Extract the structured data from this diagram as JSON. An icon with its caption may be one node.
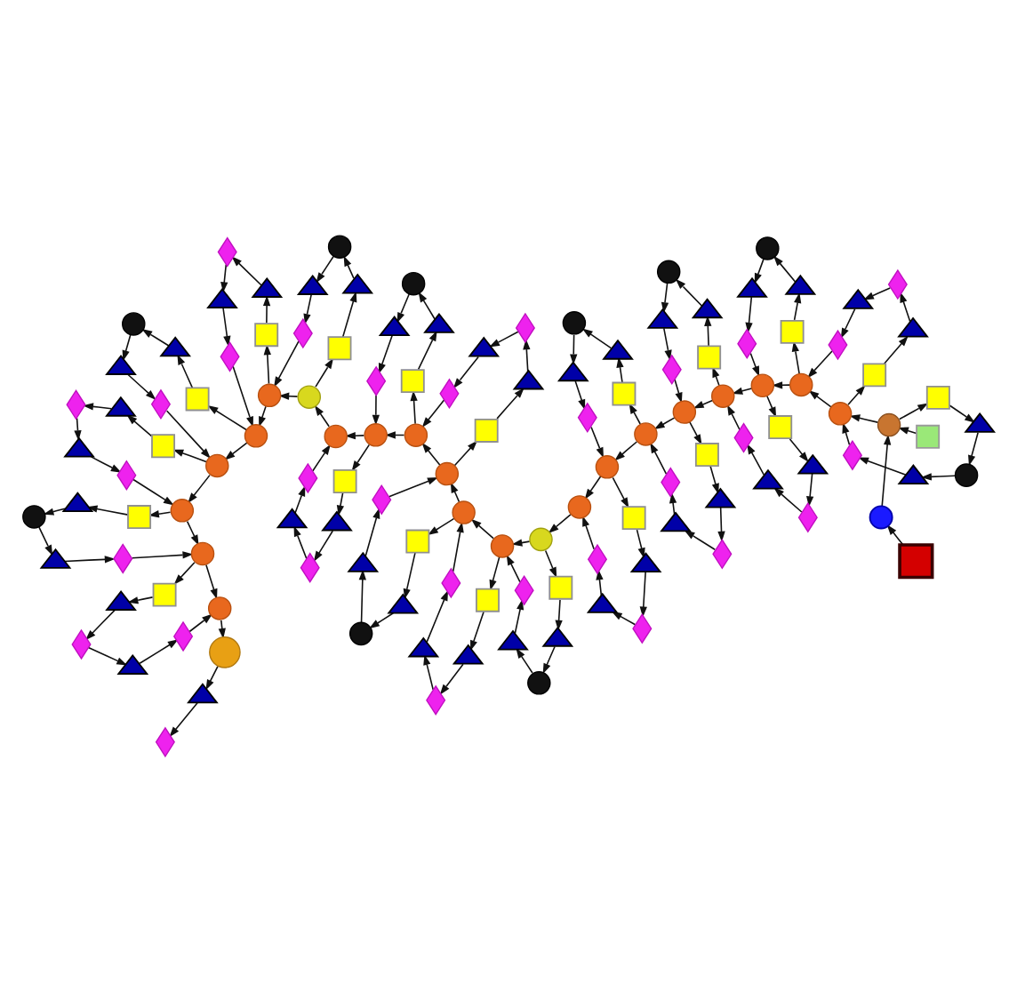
{
  "diagram": {
    "nodes": [
      {
        "text": [],
        "shape": "box"
      },
      {
        "text": [],
        "shape": "circle"
      },
      {
        "text": [],
        "shape": "box"
      },
      {
        "text": [],
        "shape": "circle"
      },
      {
        "text": [],
        "shape": "circle"
      },
      {
        "text": [],
        "shape": "circle"
      },
      {
        "text": [],
        "shape": "circle"
      },
      {
        "text": [],
        "shape": "circle"
      },
      {
        "text": [],
        "shape": "circle"
      },
      {
        "text": [],
        "shape": "circle"
      },
      {
        "text": [],
        "shape": "circle"
      },
      {
        "text": [],
        "shape": "circle"
      },
      {
        "text": [],
        "shape": "circle"
      },
      {
        "text": [],
        "shape": "circle"
      },
      {
        "text": [],
        "shape": "circle"
      },
      {
        "text": [],
        "shape": "circle"
      },
      {
        "text": [],
        "shape": "circle"
      },
      {
        "text": [],
        "shape": "circle"
      },
      {
        "text": [],
        "shape": "circle"
      },
      {
        "text": [],
        "shape": "circle"
      },
      {
        "text": [],
        "shape": "circle"
      },
      {
        "text": [],
        "shape": "circle"
      },
      {
        "text": [],
        "shape": "circle"
      },
      {
        "text": [],
        "shape": "circle"
      },
      {
        "text": [],
        "shape": "circle"
      },
      {
        "text": [],
        "shape": "circle"
      },
      {
        "text": [],
        "shape": "circle"
      },
      {
        "text": [],
        "shape": "triangle"
      },
      {
        "text": [],
        "shape": "diamond"
      },
      {
        "text": [],
        "shape": "box"
      },
      {
        "text": [],
        "shape": "triangle"
      },
      {
        "text": [],
        "shape": "circle"
      },
      {
        "text": [],
        "shape": "triangle"
      },
      {
        "text": [],
        "shape": "diamond"
      },
      {
        "text": [],
        "shape": "box"
      },
      {
        "text": [],
        "shape": "triangle"
      },
      {
        "text": [],
        "shape": "diamond"
      },
      {
        "text": [],
        "shape": "triangle"
      },
      {
        "text": [],
        "shape": "diamond"
      },
      {
        "text": [],
        "shape": "box"
      },
      {
        "text": [],
        "shape": "triangle"
      },
      {
        "text": [],
        "shape": "circle"
      },
      {
        "text": [],
        "shape": "triangle"
      },
      {
        "text": [],
        "shape": "diamond"
      },
      {
        "text": [],
        "shape": "box"
      },
      {
        "text": [],
        "shape": "triangle"
      },
      {
        "text": [],
        "shape": "diamond"
      },
      {
        "text": [],
        "shape": "triangle"
      },
      {
        "text": [],
        "shape": "diamond"
      },
      {
        "text": [],
        "shape": "box"
      },
      {
        "text": [],
        "shape": "triangle"
      },
      {
        "text": [],
        "shape": "circle"
      },
      {
        "text": [],
        "shape": "triangle"
      },
      {
        "text": [],
        "shape": "diamond"
      },
      {
        "text": [],
        "shape": "box"
      },
      {
        "text": [],
        "shape": "triangle"
      },
      {
        "text": [],
        "shape": "diamond"
      },
      {
        "text": [],
        "shape": "triangle"
      },
      {
        "text": [],
        "shape": "diamond"
      },
      {
        "text": [],
        "shape": "box"
      },
      {
        "text": [],
        "shape": "triangle"
      },
      {
        "text": [],
        "shape": "circle"
      },
      {
        "text": [],
        "shape": "triangle"
      },
      {
        "text": [],
        "shape": "diamond"
      },
      {
        "text": [],
        "shape": "box"
      },
      {
        "text": [],
        "shape": "triangle"
      },
      {
        "text": [],
        "shape": "diamond"
      },
      {
        "text": [],
        "shape": "triangle"
      },
      {
        "text": [],
        "shape": "diamond"
      },
      {
        "text": [],
        "shape": "box"
      },
      {
        "text": [],
        "shape": "triangle"
      },
      {
        "text": [],
        "shape": "circle"
      },
      {
        "text": [],
        "shape": "triangle"
      },
      {
        "text": [],
        "shape": "diamond"
      },
      {
        "text": [],
        "shape": "box"
      },
      {
        "text": [],
        "shape": "triangle"
      },
      {
        "text": [],
        "shape": "diamond"
      },
      {
        "text": [],
        "shape": "triangle"
      },
      {
        "text": [],
        "shape": "diamond"
      },
      {
        "text": [],
        "shape": "box"
      },
      {
        "text": [],
        "shape": "triangle"
      },
      {
        "text": [],
        "shape": "circle"
      },
      {
        "text": [],
        "shape": "triangle"
      },
      {
        "text": [],
        "shape": "diamond"
      },
      {
        "text": [],
        "shape": "box"
      },
      {
        "text": [],
        "shape": "triangle"
      },
      {
        "text": [],
        "shape": "diamond"
      },
      {
        "text": [],
        "shape": "triangle"
      },
      {
        "text": [],
        "shape": "diamond"
      },
      {
        "text": [],
        "shape": "box"
      },
      {
        "text": [],
        "shape": "triangle"
      },
      {
        "text": [],
        "shape": "circle"
      },
      {
        "text": [],
        "shape": "triangle"
      },
      {
        "text": [],
        "shape": "diamond"
      },
      {
        "text": [],
        "shape": "box"
      },
      {
        "text": [],
        "shape": "triangle"
      },
      {
        "text": [],
        "shape": "diamond"
      },
      {
        "text": [],
        "shape": "triangle"
      },
      {
        "text": [],
        "shape": "diamond"
      },
      {
        "text": [],
        "shape": "box"
      },
      {
        "text": [],
        "shape": "triangle"
      },
      {
        "text": [],
        "shape": "circle"
      },
      {
        "text": [],
        "shape": "triangle"
      },
      {
        "text": [],
        "shape": "diamond"
      },
      {
        "text": [],
        "shape": "box"
      },
      {
        "text": [],
        "shape": "triangle"
      },
      {
        "text": [],
        "shape": "diamond"
      },
      {
        "text": [],
        "shape": "triangle"
      },
      {
        "text": [],
        "shape": "diamond"
      },
      {
        "text": [],
        "shape": "box"
      },
      {
        "text": [],
        "shape": "triangle"
      },
      {
        "text": [],
        "shape": "circle"
      },
      {
        "text": [],
        "shape": "triangle"
      },
      {
        "text": [],
        "shape": "diamond"
      },
      {
        "text": [],
        "shape": "box"
      },
      {
        "text": [],
        "shape": "triangle"
      },
      {
        "text": [],
        "shape": "diamond"
      },
      {
        "text": [],
        "shape": "triangle"
      },
      {
        "text": [],
        "shape": "diamond"
      },
      {
        "text": [],
        "shape": "box"
      },
      {
        "text": [],
        "shape": "triangle"
      },
      {
        "text": [],
        "shape": "circle"
      },
      {
        "text": [],
        "shape": "triangle"
      },
      {
        "text": [],
        "shape": "diamond"
      },
      {
        "text": [],
        "shape": "box"
      },
      {
        "text": [],
        "shape": "triangle"
      },
      {
        "text": [],
        "shape": "diamond"
      },
      {
        "text": [],
        "shape": "triangle"
      },
      {
        "text": [],
        "shape": "diamond"
      }
    ],
    "edges": [
      {
        "from": 0,
        "to": 1,
        "arrow": "to"
      },
      {
        "from": 1,
        "to": 3,
        "arrow": "to"
      },
      {
        "from": 2,
        "to": 3,
        "arrow": "to"
      },
      {
        "from": 3,
        "to": 4,
        "arrow": "to"
      },
      {
        "from": 4,
        "to": 5,
        "arrow": "to"
      },
      {
        "from": 5,
        "to": 6,
        "arrow": "to"
      },
      {
        "from": 6,
        "to": 7,
        "arrow": "to"
      },
      {
        "from": 7,
        "to": 8,
        "arrow": "to"
      },
      {
        "from": 8,
        "to": 9,
        "arrow": "to"
      },
      {
        "from": 9,
        "to": 10,
        "arrow": "to"
      },
      {
        "from": 10,
        "to": 11,
        "arrow": "to"
      },
      {
        "from": 11,
        "to": 12,
        "arrow": "to"
      },
      {
        "from": 12,
        "to": 13,
        "arrow": "to"
      },
      {
        "from": 13,
        "to": 14,
        "arrow": "to"
      },
      {
        "from": 14,
        "to": 15,
        "arrow": "to"
      },
      {
        "from": 15,
        "to": 16,
        "arrow": "to"
      },
      {
        "from": 16,
        "to": 17,
        "arrow": "to"
      },
      {
        "from": 17,
        "to": 18,
        "arrow": "to"
      },
      {
        "from": 18,
        "to": 19,
        "arrow": "to"
      },
      {
        "from": 19,
        "to": 20,
        "arrow": "to"
      },
      {
        "from": 20,
        "to": 21,
        "arrow": "to"
      },
      {
        "from": 21,
        "to": 22,
        "arrow": "to"
      },
      {
        "from": 22,
        "to": 23,
        "arrow": "to"
      },
      {
        "from": 23,
        "to": 24,
        "arrow": "to"
      },
      {
        "from": 24,
        "to": 25,
        "arrow": "to"
      },
      {
        "from": 25,
        "to": 26,
        "arrow": "to"
      },
      {
        "from": 26,
        "to": 27,
        "arrow": "to"
      },
      {
        "from": 27,
        "to": 28,
        "arrow": "to"
      },
      {
        "from": 3,
        "to": 29,
        "arrow": "to"
      },
      {
        "from": 29,
        "to": 30,
        "arrow": "to"
      },
      {
        "from": 30,
        "to": 31,
        "arrow": "to"
      },
      {
        "from": 31,
        "to": 32,
        "arrow": "to"
      },
      {
        "from": 32,
        "to": 33,
        "arrow": "to"
      },
      {
        "from": 33,
        "to": 4,
        "arrow": "to"
      },
      {
        "from": 4,
        "to": 34,
        "arrow": "to"
      },
      {
        "from": 34,
        "to": 35,
        "arrow": "to"
      },
      {
        "from": 35,
        "to": 36,
        "arrow": "to"
      },
      {
        "from": 36,
        "to": 37,
        "arrow": "to"
      },
      {
        "from": 37,
        "to": 38,
        "arrow": "to"
      },
      {
        "from": 38,
        "to": 5,
        "arrow": "to"
      },
      {
        "from": 5,
        "to": 39,
        "arrow": "to"
      },
      {
        "from": 39,
        "to": 40,
        "arrow": "to"
      },
      {
        "from": 40,
        "to": 41,
        "arrow": "to"
      },
      {
        "from": 41,
        "to": 42,
        "arrow": "to"
      },
      {
        "from": 42,
        "to": 43,
        "arrow": "to"
      },
      {
        "from": 43,
        "to": 6,
        "arrow": "to"
      },
      {
        "from": 6,
        "to": 44,
        "arrow": "to"
      },
      {
        "from": 44,
        "to": 45,
        "arrow": "to"
      },
      {
        "from": 45,
        "to": 46,
        "arrow": "to"
      },
      {
        "from": 46,
        "to": 47,
        "arrow": "to"
      },
      {
        "from": 47,
        "to": 48,
        "arrow": "to"
      },
      {
        "from": 48,
        "to": 7,
        "arrow": "to"
      },
      {
        "from": 7,
        "to": 49,
        "arrow": "to"
      },
      {
        "from": 49,
        "to": 50,
        "arrow": "to"
      },
      {
        "from": 50,
        "to": 51,
        "arrow": "to"
      },
      {
        "from": 51,
        "to": 52,
        "arrow": "to"
      },
      {
        "from": 52,
        "to": 53,
        "arrow": "to"
      },
      {
        "from": 53,
        "to": 8,
        "arrow": "to"
      },
      {
        "from": 8,
        "to": 54,
        "arrow": "to"
      },
      {
        "from": 54,
        "to": 55,
        "arrow": "to"
      },
      {
        "from": 55,
        "to": 56,
        "arrow": "to"
      },
      {
        "from": 56,
        "to": 57,
        "arrow": "to"
      },
      {
        "from": 57,
        "to": 58,
        "arrow": "to"
      },
      {
        "from": 58,
        "to": 9,
        "arrow": "to"
      },
      {
        "from": 9,
        "to": 59,
        "arrow": "to"
      },
      {
        "from": 59,
        "to": 60,
        "arrow": "to"
      },
      {
        "from": 60,
        "to": 61,
        "arrow": "to"
      },
      {
        "from": 61,
        "to": 62,
        "arrow": "to"
      },
      {
        "from": 62,
        "to": 63,
        "arrow": "to"
      },
      {
        "from": 63,
        "to": 10,
        "arrow": "to"
      },
      {
        "from": 10,
        "to": 64,
        "arrow": "to"
      },
      {
        "from": 64,
        "to": 65,
        "arrow": "to"
      },
      {
        "from": 65,
        "to": 66,
        "arrow": "to"
      },
      {
        "from": 66,
        "to": 67,
        "arrow": "to"
      },
      {
        "from": 67,
        "to": 68,
        "arrow": "to"
      },
      {
        "from": 68,
        "to": 11,
        "arrow": "to"
      },
      {
        "from": 12,
        "to": 69,
        "arrow": "to"
      },
      {
        "from": 69,
        "to": 70,
        "arrow": "to"
      },
      {
        "from": 70,
        "to": 71,
        "arrow": "to"
      },
      {
        "from": 71,
        "to": 72,
        "arrow": "to"
      },
      {
        "from": 72,
        "to": 73,
        "arrow": "to"
      },
      {
        "from": 73,
        "to": 13,
        "arrow": "to"
      },
      {
        "from": 13,
        "to": 74,
        "arrow": "to"
      },
      {
        "from": 74,
        "to": 75,
        "arrow": "to"
      },
      {
        "from": 75,
        "to": 76,
        "arrow": "to"
      },
      {
        "from": 76,
        "to": 77,
        "arrow": "to"
      },
      {
        "from": 77,
        "to": 78,
        "arrow": "to"
      },
      {
        "from": 78,
        "to": 14,
        "arrow": "to"
      },
      {
        "from": 14,
        "to": 79,
        "arrow": "to"
      },
      {
        "from": 79,
        "to": 80,
        "arrow": "to"
      },
      {
        "from": 80,
        "to": 81,
        "arrow": "to"
      },
      {
        "from": 81,
        "to": 82,
        "arrow": "to"
      },
      {
        "from": 82,
        "to": 83,
        "arrow": "to"
      },
      {
        "from": 83,
        "to": 15,
        "arrow": "to"
      },
      {
        "from": 15,
        "to": 84,
        "arrow": "to"
      },
      {
        "from": 84,
        "to": 85,
        "arrow": "to"
      },
      {
        "from": 85,
        "to": 86,
        "arrow": "to"
      },
      {
        "from": 86,
        "to": 87,
        "arrow": "to"
      },
      {
        "from": 87,
        "to": 88,
        "arrow": "to"
      },
      {
        "from": 88,
        "to": 16,
        "arrow": "to"
      },
      {
        "from": 16,
        "to": 89,
        "arrow": "to"
      },
      {
        "from": 89,
        "to": 90,
        "arrow": "to"
      },
      {
        "from": 90,
        "to": 91,
        "arrow": "to"
      },
      {
        "from": 91,
        "to": 92,
        "arrow": "to"
      },
      {
        "from": 92,
        "to": 93,
        "arrow": "to"
      },
      {
        "from": 93,
        "to": 17,
        "arrow": "to"
      },
      {
        "from": 17,
        "to": 94,
        "arrow": "to"
      },
      {
        "from": 94,
        "to": 95,
        "arrow": "to"
      },
      {
        "from": 95,
        "to": 96,
        "arrow": "to"
      },
      {
        "from": 96,
        "to": 97,
        "arrow": "to"
      },
      {
        "from": 97,
        "to": 98,
        "arrow": "to"
      },
      {
        "from": 98,
        "to": 18,
        "arrow": "to"
      },
      {
        "from": 19,
        "to": 99,
        "arrow": "to"
      },
      {
        "from": 99,
        "to": 100,
        "arrow": "to"
      },
      {
        "from": 100,
        "to": 101,
        "arrow": "to"
      },
      {
        "from": 101,
        "to": 102,
        "arrow": "to"
      },
      {
        "from": 102,
        "to": 103,
        "arrow": "to"
      },
      {
        "from": 103,
        "to": 20,
        "arrow": "to"
      },
      {
        "from": 20,
        "to": 104,
        "arrow": "to"
      },
      {
        "from": 104,
        "to": 105,
        "arrow": "to"
      },
      {
        "from": 105,
        "to": 106,
        "arrow": "to"
      },
      {
        "from": 106,
        "to": 107,
        "arrow": "to"
      },
      {
        "from": 107,
        "to": 108,
        "arrow": "to"
      },
      {
        "from": 108,
        "to": 21,
        "arrow": "to"
      },
      {
        "from": 21,
        "to": 109,
        "arrow": "to"
      },
      {
        "from": 109,
        "to": 110,
        "arrow": "to"
      },
      {
        "from": 110,
        "to": 111,
        "arrow": "to"
      },
      {
        "from": 111,
        "to": 112,
        "arrow": "to"
      },
      {
        "from": 112,
        "to": 113,
        "arrow": "to"
      },
      {
        "from": 113,
        "to": 22,
        "arrow": "to"
      },
      {
        "from": 22,
        "to": 114,
        "arrow": "to"
      },
      {
        "from": 114,
        "to": 115,
        "arrow": "to"
      },
      {
        "from": 115,
        "to": 116,
        "arrow": "to"
      },
      {
        "from": 116,
        "to": 117,
        "arrow": "to"
      },
      {
        "from": 117,
        "to": 118,
        "arrow": "to"
      },
      {
        "from": 118,
        "to": 23,
        "arrow": "to"
      },
      {
        "from": 23,
        "to": 119,
        "arrow": "to"
      },
      {
        "from": 119,
        "to": 120,
        "arrow": "to"
      },
      {
        "from": 120,
        "to": 121,
        "arrow": "to"
      },
      {
        "from": 121,
        "to": 122,
        "arrow": "to"
      },
      {
        "from": 122,
        "to": 123,
        "arrow": "to"
      },
      {
        "from": 123,
        "to": 24,
        "arrow": "to"
      },
      {
        "from": 24,
        "to": 124,
        "arrow": "to"
      },
      {
        "from": 124,
        "to": 125,
        "arrow": "to"
      },
      {
        "from": 125,
        "to": 126,
        "arrow": "to"
      },
      {
        "from": 126,
        "to": 127,
        "arrow": "to"
      },
      {
        "from": 127,
        "to": 128,
        "arrow": "to"
      },
      {
        "from": 128,
        "to": 25,
        "arrow": "to"
      }
    ]
  }
}
